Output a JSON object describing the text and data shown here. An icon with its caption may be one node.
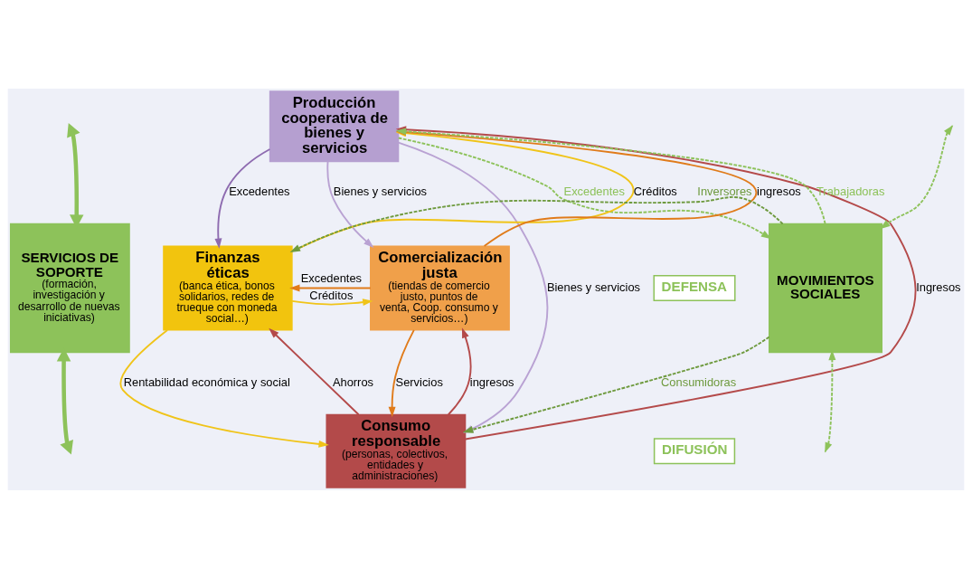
{
  "diagram": {
    "nodes": [
      {
        "text": [
          "SERVICIOS DE SOPORTE",
          "(formación, investigación y desarrollo de nuevas iniciativas)"
        ]
      },
      {
        "text": [
          "Producción cooperativa de bienes y servicios"
        ]
      },
      {
        "text": [
          "Finanzas éticas",
          "(banca ética, bonos solidarios, redes de trueque con moneda social…)"
        ]
      },
      {
        "text": [
          "Comercialización justa",
          "(tiendas de comercio justo, puntos de venta, Coop. consumo y servicios…)"
        ]
      },
      {
        "text": [
          "Consumo responsable",
          "(personas, colectivos, entidades y administraciones)"
        ]
      },
      {
        "text": [
          "MOVIMIENTOS SOCIALES"
        ]
      },
      {
        "text": [
          "DEFENSA"
        ]
      },
      {
        "text": [
          "DIFUSIÓN"
        ]
      }
    ],
    "edges": [
      {
        "from": 2,
        "to": 1,
        "arrow": "to",
        "label": "Créditos",
        "color": "#f0c419"
      },
      {
        "from": 1,
        "to": 2,
        "arrow": "to",
        "label": "Excedentes",
        "color": "#8e6bb0"
      },
      {
        "from": 1,
        "to": 5,
        "arrow": "to",
        "label": "Excedentes",
        "style": "dashed",
        "color": "#8dc25a"
      },
      {
        "from": 5,
        "to": 1,
        "arrow": "to",
        "label": "Trabajadoras",
        "style": "dashed",
        "color": "#8dc25a"
      },
      {
        "from": 1,
        "to": 3,
        "arrow": "to",
        "label": "Bienes y servicios",
        "color": "#b9a2d3"
      },
      {
        "from": 3,
        "to": 1,
        "arrow": "to",
        "label": "ingresos",
        "color": "#e07b1a"
      },
      {
        "from": 1,
        "to": 4,
        "arrow": "to",
        "label": "Bienes y servicios",
        "color": "#b9a2d3"
      },
      {
        "from": 4,
        "to": 1,
        "arrow": "to",
        "label": "Ingresos",
        "color": "#b44a4a"
      },
      {
        "from": 2,
        "to": 3,
        "arrow": "to",
        "label": "Créditos",
        "color": "#f0c419"
      },
      {
        "from": 3,
        "to": 2,
        "arrow": "to",
        "label": "Excedentes",
        "color": "#e07b1a"
      },
      {
        "from": 2,
        "to": 4,
        "arrow": "to",
        "label": "Rentabilidad económica y social",
        "color": "#f0c419"
      },
      {
        "from": 4,
        "to": 2,
        "arrow": "to",
        "label": "Ahorros",
        "color": "#b44a4a"
      },
      {
        "from": 4,
        "to": 3,
        "arrow": "to",
        "label": "ingresos",
        "color": "#b44a4a"
      },
      {
        "from": 3,
        "to": 4,
        "arrow": "to",
        "label": "Servicios",
        "color": "#e07b1a"
      },
      {
        "from": 5,
        "to": 2,
        "arrow": "to",
        "label": "Inversores",
        "style": "dashed",
        "color": "#6e9a3e"
      },
      {
        "from": 5,
        "to": 4,
        "arrow": "to",
        "label": "Consumidoras",
        "style": "dashed",
        "color": "#6e9a3e"
      },
      {
        "from": 0,
        "to": null,
        "arrow": "both",
        "style": "thick",
        "color": "#8dc25a"
      },
      {
        "from": 0,
        "to": null,
        "arrow": "both",
        "style": "thick",
        "color": "#8dc25a"
      },
      {
        "from": null,
        "to": 5,
        "arrow": "both",
        "style": "dashed",
        "color": "#8dc25a"
      },
      {
        "from": null,
        "to": 5,
        "arrow": "both",
        "style": "dashed",
        "color": "#8dc25a"
      }
    ]
  }
}
